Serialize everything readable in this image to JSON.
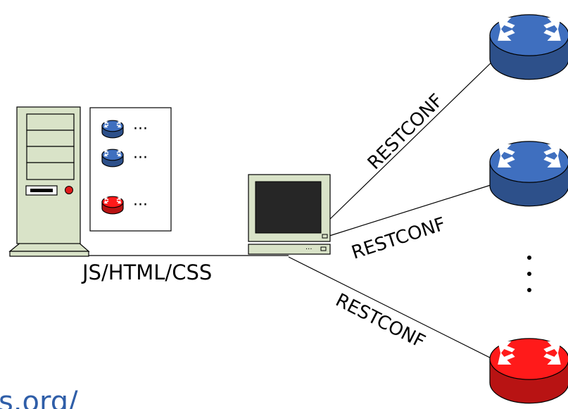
{
  "labels": {
    "web_link": "JS/HTML/CSS",
    "restconf_top": "RESTCONF",
    "restconf_mid": "RESTCONF",
    "restconf_bottom": "RESTCONF",
    "device_list_ellipsis": "···",
    "url_fragment": "s.org/"
  },
  "routers": [
    {
      "id": "router-top",
      "color": "#3f6fbf"
    },
    {
      "id": "router-middle",
      "color": "#3f6fbf"
    },
    {
      "id": "router-bottom",
      "color": "#ff1a1a"
    }
  ],
  "device_list": [
    {
      "color": "#3f6fbf"
    },
    {
      "color": "#3f6fbf"
    },
    {
      "color": "#ff1a1a"
    }
  ],
  "colors": {
    "router_blue": "#3f6fbf",
    "router_red": "#ff1a1a",
    "url_text": "#2f5ea8",
    "server_body": "#d9e3c8",
    "screen": "#262626"
  }
}
